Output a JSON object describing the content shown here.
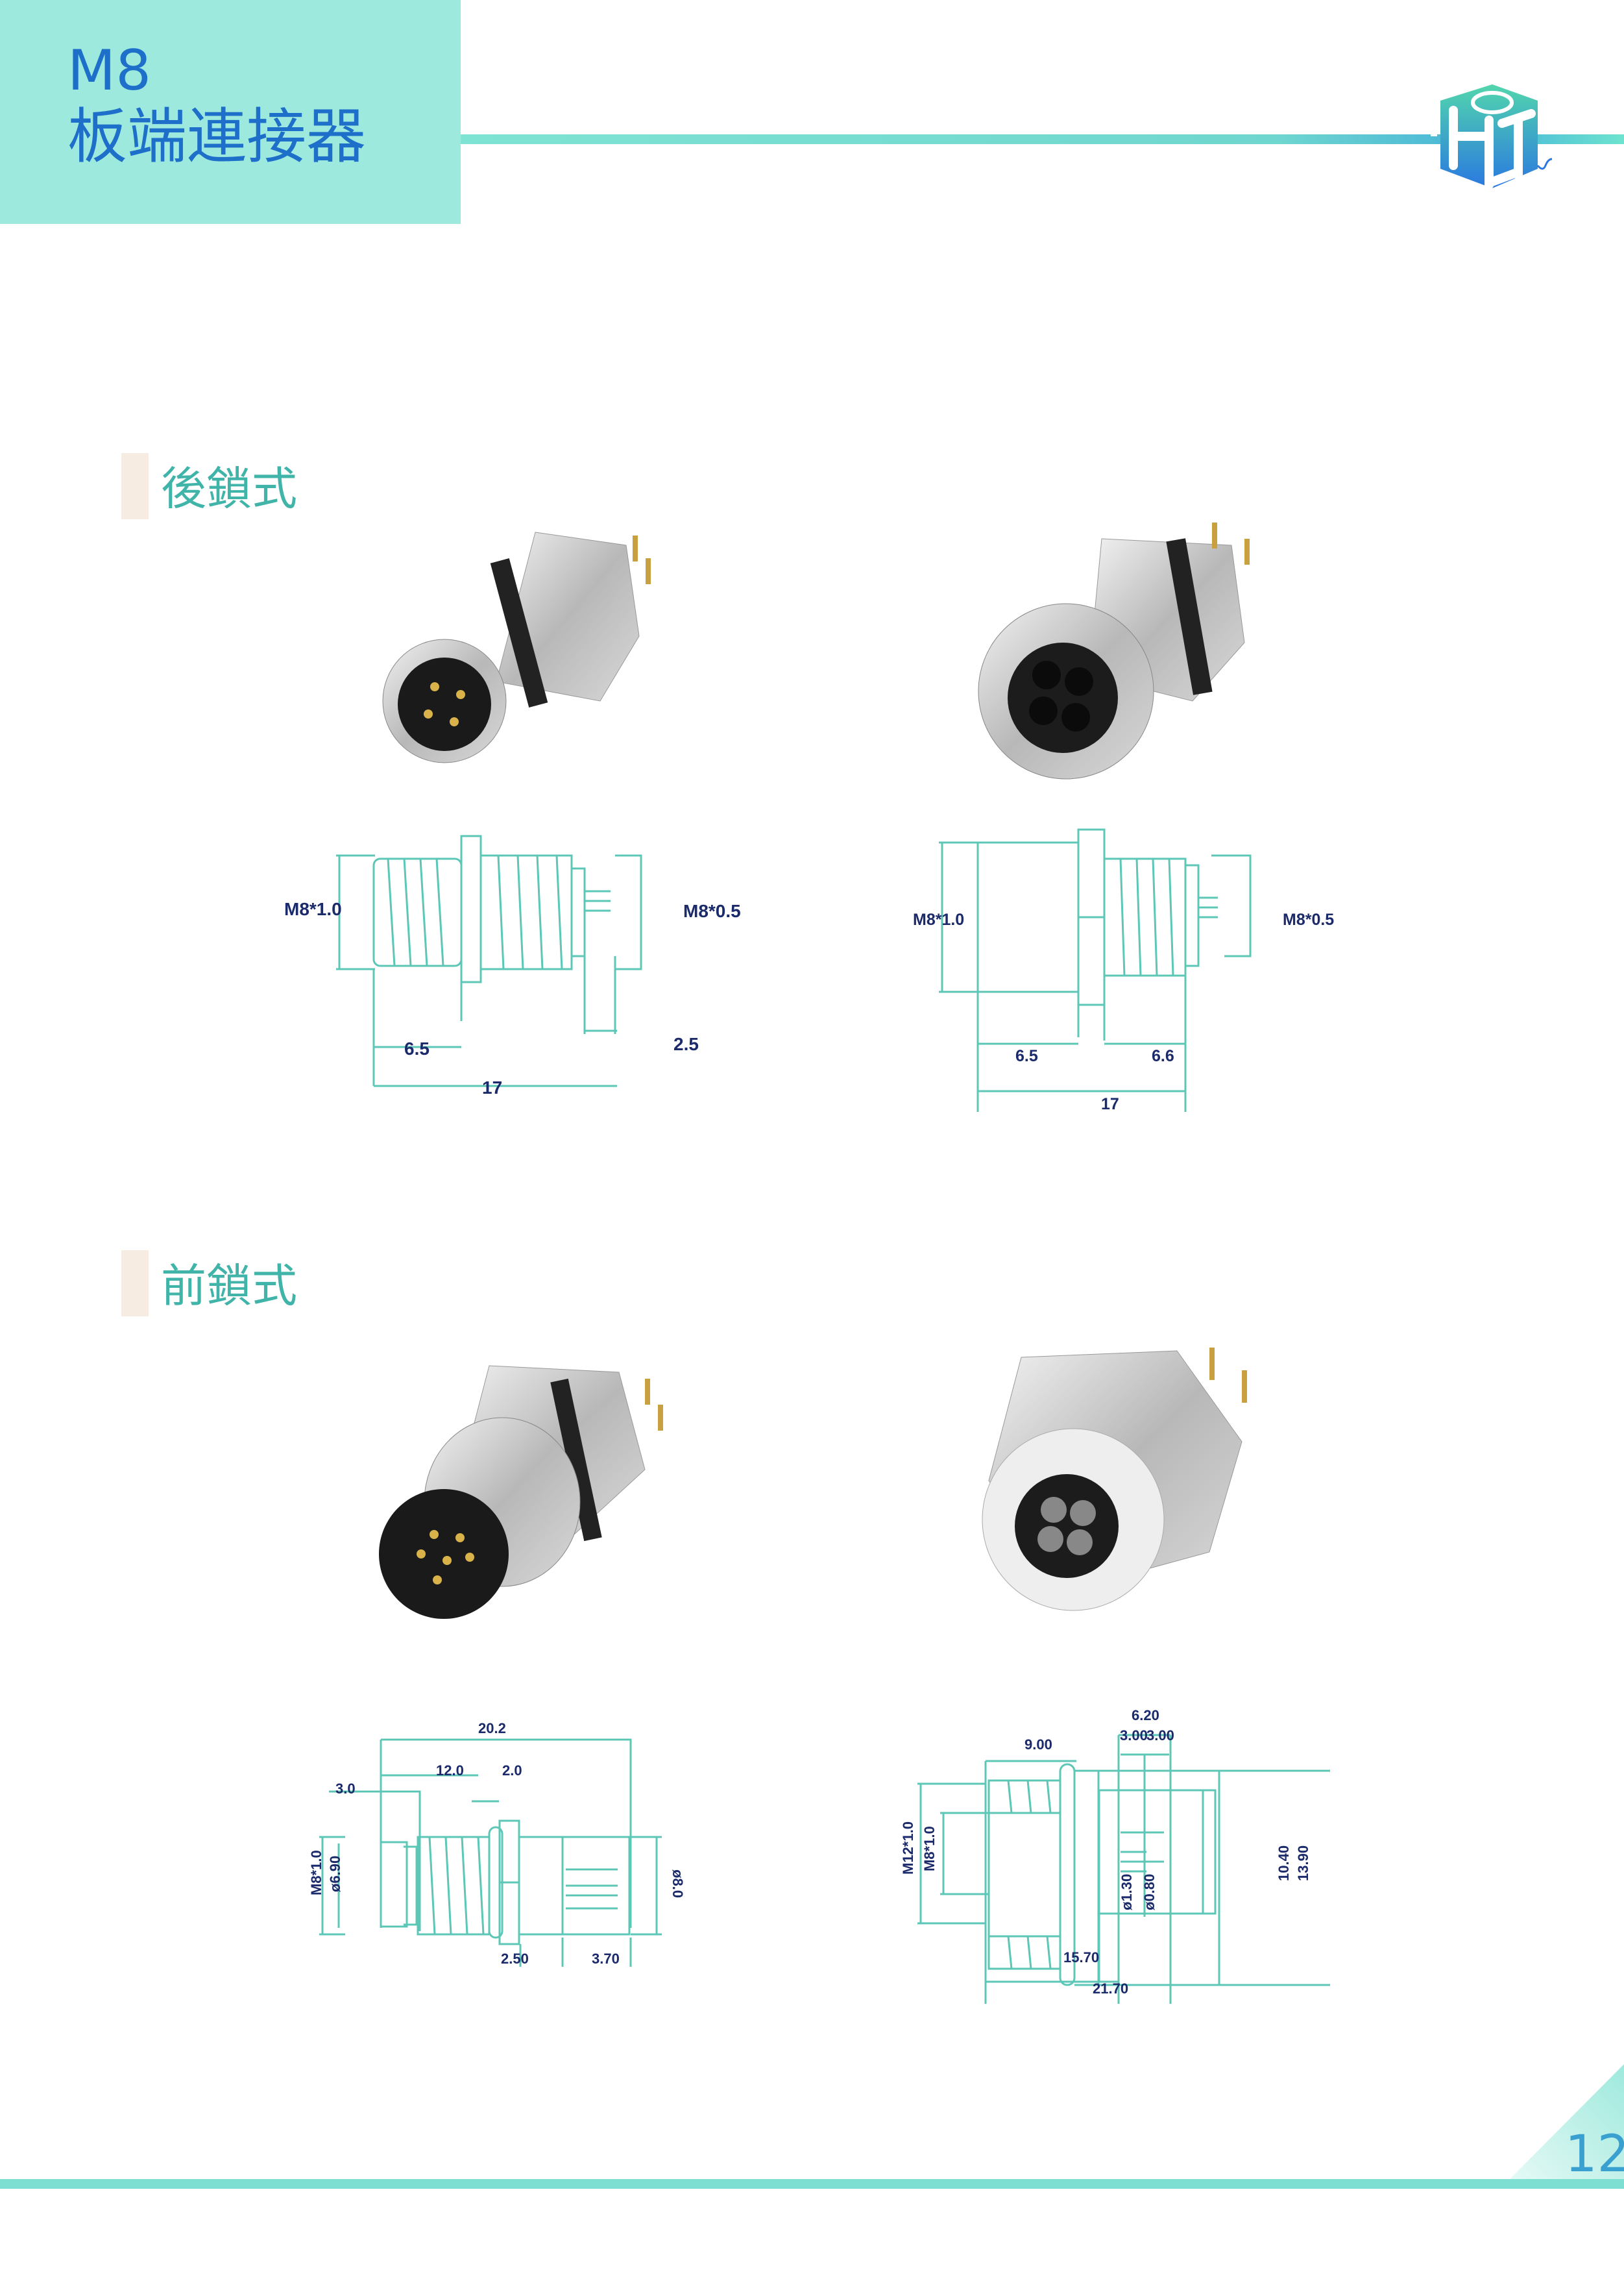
{
  "header": {
    "model": "M8",
    "title": "板端連接器"
  },
  "logo": {
    "text": "HLT"
  },
  "sections": [
    {
      "title": "後鎖式",
      "male_drawing": {
        "thread_left": "M8*1.0",
        "thread_right": "M8*0.5",
        "dim_a": "6.5",
        "dim_b": "2.5",
        "dim_total": "17"
      },
      "female_drawing": {
        "thread_left": "M8*1.0",
        "thread_right": "M8*0.5",
        "dim_a": "6.5",
        "dim_b": "6.6",
        "dim_total": "17"
      }
    },
    {
      "title": "前鎖式",
      "male_drawing": {
        "total": "20.2",
        "thread_len": "12.0",
        "nut": "2.0",
        "front": "3.0",
        "thread": "M8*1.0",
        "dia_inner": "ø6.90",
        "dia_outer": "ø8.0",
        "d1": "2.50",
        "d2": "3.70"
      },
      "female_drawing": {
        "thread_len": "9.00",
        "pins_total": "6.20",
        "pin1": "3.00",
        "pin2": "3.00",
        "outer_thread": "M12*1.0",
        "inner_thread": "M8*1.0",
        "pin_dia1": "ø1.30",
        "pin_dia2": "ø0.80",
        "h1": "10.40",
        "h2": "13.90",
        "len1": "15.70",
        "len2": "21.70"
      }
    }
  ],
  "colors": {
    "accent": "#9ee9dd",
    "title": "#1d6fc9",
    "line": "#5cc7b6",
    "dim_text": "#1b2a6b"
  },
  "page_number": "12"
}
